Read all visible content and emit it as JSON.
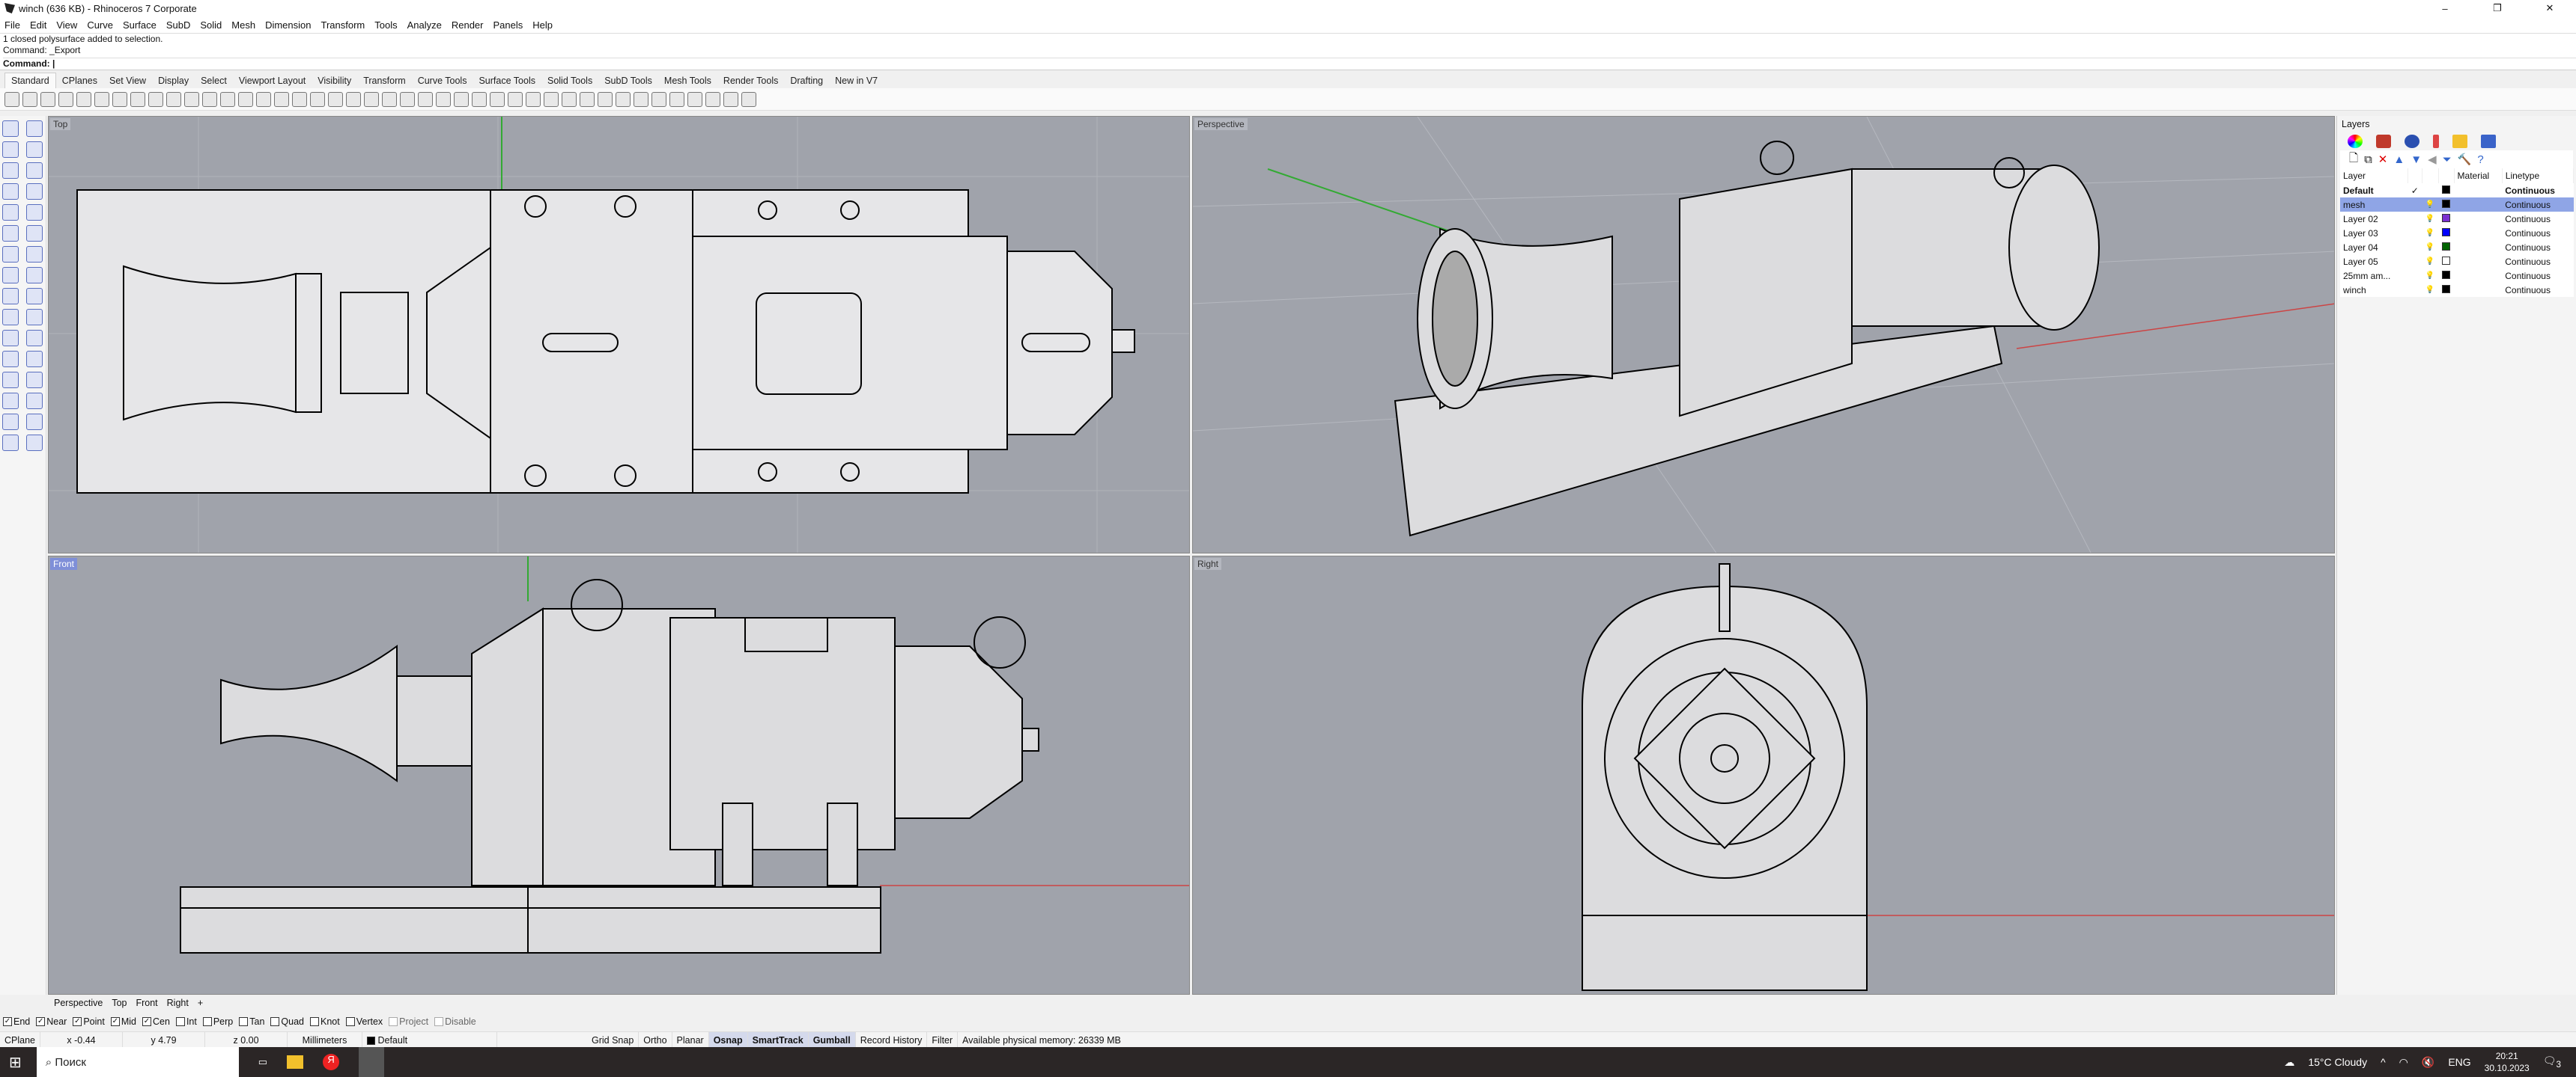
{
  "window": {
    "title": "winch (636 KB) - Rhinoceros 7 Corporate",
    "controls": [
      "–",
      "❐",
      "✕"
    ]
  },
  "menu": [
    "File",
    "Edit",
    "View",
    "Curve",
    "Surface",
    "SubD",
    "Solid",
    "Mesh",
    "Dimension",
    "Transform",
    "Tools",
    "Analyze",
    "Render",
    "Panels",
    "Help"
  ],
  "command": {
    "history": [
      "1 closed polysurface added to selection.",
      "Command: _Export"
    ],
    "prompt": "Command:",
    "value": ""
  },
  "toolbar_tabs": [
    "Standard",
    "CPlanes",
    "Set View",
    "Display",
    "Select",
    "Viewport Layout",
    "Visibility",
    "Transform",
    "Curve Tools",
    "Surface Tools",
    "Solid Tools",
    "SubD Tools",
    "Mesh Tools",
    "Render Tools",
    "Drafting",
    "New in V7"
  ],
  "viewports": {
    "top": "Top",
    "perspective": "Perspective",
    "front": "Front",
    "right": "Right"
  },
  "layers": {
    "title": "Layers",
    "columns": [
      "Layer",
      "Material",
      "Linetype"
    ],
    "rows": [
      {
        "name": "Default",
        "current": true,
        "color": "#000000",
        "linetype": "Continuous"
      },
      {
        "name": "mesh",
        "selected": true,
        "color": "#000000",
        "linetype": "Continuous"
      },
      {
        "name": "Layer 02",
        "color": "#7a2fd0",
        "linetype": "Continuous"
      },
      {
        "name": "Layer 03",
        "color": "#0000ff",
        "linetype": "Continuous"
      },
      {
        "name": "Layer 04",
        "color": "#006400",
        "linetype": "Continuous"
      },
      {
        "name": "Layer 05",
        "color": "#ffffff",
        "linetype": "Continuous"
      },
      {
        "name": "25mm am...",
        "color": "#000000",
        "linetype": "Continuous"
      },
      {
        "name": "winch",
        "color": "#000000",
        "linetype": "Continuous"
      }
    ]
  },
  "viewport_tabs": [
    "Perspective",
    "Top",
    "Front",
    "Right",
    "+"
  ],
  "osnaps": [
    {
      "label": "End",
      "on": true
    },
    {
      "label": "Near",
      "on": true
    },
    {
      "label": "Point",
      "on": true
    },
    {
      "label": "Mid",
      "on": true
    },
    {
      "label": "Cen",
      "on": true
    },
    {
      "label": "Int",
      "on": false
    },
    {
      "label": "Perp",
      "on": false
    },
    {
      "label": "Tan",
      "on": false
    },
    {
      "label": "Quad",
      "on": false
    },
    {
      "label": "Knot",
      "on": false
    },
    {
      "label": "Vertex",
      "on": false
    },
    {
      "label": "Project",
      "on": false,
      "disabled": true
    },
    {
      "label": "Disable",
      "on": false,
      "disabled": true
    }
  ],
  "status": {
    "cplane": "CPlane",
    "x": "x -0.44",
    "y": "y 4.79",
    "z": "z 0.00",
    "units": "Millimeters",
    "layer": "Default",
    "toggles": [
      {
        "label": "Grid Snap",
        "on": false
      },
      {
        "label": "Ortho",
        "on": false
      },
      {
        "label": "Planar",
        "on": false
      },
      {
        "label": "Osnap",
        "on": true
      },
      {
        "label": "SmartTrack",
        "on": true
      },
      {
        "label": "Gumball",
        "on": true
      },
      {
        "label": "Record History",
        "on": false
      },
      {
        "label": "Filter",
        "on": false
      }
    ],
    "memory": "Available physical memory: 26339 MB"
  },
  "taskbar": {
    "search": "Поиск",
    "weather": "15°C  Cloudy",
    "lang": "ENG",
    "time": "20:21",
    "date": "30.10.2023",
    "notifications": "3"
  }
}
